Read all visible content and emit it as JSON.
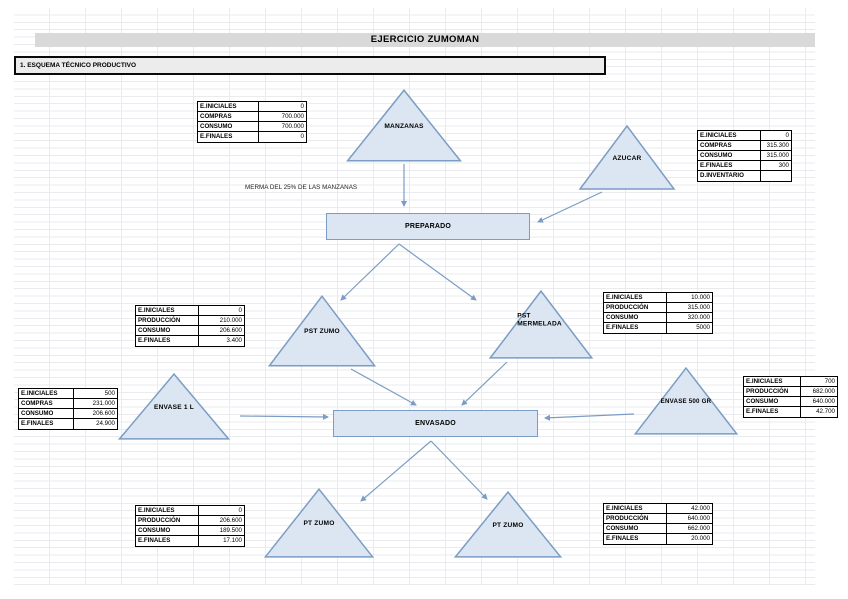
{
  "sheet": {
    "title": "EJERCICIO ZUMOMAN",
    "section_header": "1. ESQUEMA TÉCNICO PRODUCTIVO",
    "note": "MERMA DEL 25% DE LAS MANZANAS"
  },
  "colors": {
    "shape_fill": "#dce6f2",
    "shape_border": "#7b9cc4",
    "title_bar_bg": "#d9d9d9",
    "table_border": "#000000",
    "grid_line": "#e9ebee"
  },
  "shapes": {
    "manzanas": "MANZANAS",
    "azucar": "AZUCAR",
    "preparado": "PREPARADO",
    "pst_zumo": "PST ZUMO",
    "pst_mermelada": "PST MERMELADA",
    "envase_1l": "ENVASE 1 L",
    "envase_500gr": "ENVASE 500 GR",
    "envasado": "ENVASADO",
    "pt_zumo_left": "PT ZUMO",
    "pt_zumo_right": "PT ZUMO"
  },
  "tables": {
    "manzanas": [
      [
        "E.INICIALES",
        "0"
      ],
      [
        "COMPRAS",
        "700.000"
      ],
      [
        "CONSUMO",
        "700.000"
      ],
      [
        "E.FINALES",
        "0"
      ]
    ],
    "azucar": [
      [
        "E.INICIALES",
        "0"
      ],
      [
        "COMPRAS",
        "315.300"
      ],
      [
        "CONSUMO",
        "315.000"
      ],
      [
        "E.FINALES",
        "300"
      ],
      [
        "D.INVENTARIO",
        ""
      ]
    ],
    "pst_zumo": [
      [
        "E.INICIALES",
        "0"
      ],
      [
        "PRODUCCIÓN",
        "210.000"
      ],
      [
        "CONSUMO",
        "206.600"
      ],
      [
        "E.FINALES",
        "3.400"
      ]
    ],
    "pst_mermelada": [
      [
        "E.INICIALES",
        "10.000"
      ],
      [
        "PRODUCCIÓN",
        "315.000"
      ],
      [
        "CONSUMO",
        "320.000"
      ],
      [
        "E.FINALES",
        "5000"
      ]
    ],
    "envase_1l": [
      [
        "E.INICIALES",
        "500"
      ],
      [
        "COMPRAS",
        "231.000"
      ],
      [
        "CONSUMO",
        "206.600"
      ],
      [
        "E.FINALES",
        "24.900"
      ]
    ],
    "envase_500gr": [
      [
        "E.INICIALES",
        "700"
      ],
      [
        "PRODUCCIÓN",
        "682.000"
      ],
      [
        "CONSUMO",
        "640.000"
      ],
      [
        "E.FINALES",
        "42.700"
      ]
    ],
    "pt_zumo_left": [
      [
        "E.INICIALES",
        "0"
      ],
      [
        "PRODUCCIÓN",
        "206.600"
      ],
      [
        "CONSUMO",
        "189.500"
      ],
      [
        "E.FINALES",
        "17.100"
      ]
    ],
    "pt_zumo_right": [
      [
        "E.INICIALES",
        "42.000"
      ],
      [
        "PRODUCCIÓN",
        "640.000"
      ],
      [
        "CONSUMO",
        "662.000"
      ],
      [
        "E.FINALES",
        "20.000"
      ]
    ]
  },
  "edges": [
    {
      "from": "manzanas",
      "to": "preparado"
    },
    {
      "from": "azucar",
      "to": "preparado"
    },
    {
      "from": "preparado",
      "to": "pst_zumo"
    },
    {
      "from": "preparado",
      "to": "pst_mermelada"
    },
    {
      "from": "pst_zumo",
      "to": "envasado"
    },
    {
      "from": "pst_mermelada",
      "to": "envasado"
    },
    {
      "from": "envase_1l",
      "to": "envasado"
    },
    {
      "from": "envase_500gr",
      "to": "envasado"
    },
    {
      "from": "envasado",
      "to": "pt_zumo_left"
    },
    {
      "from": "envasado",
      "to": "pt_zumo_right"
    }
  ]
}
